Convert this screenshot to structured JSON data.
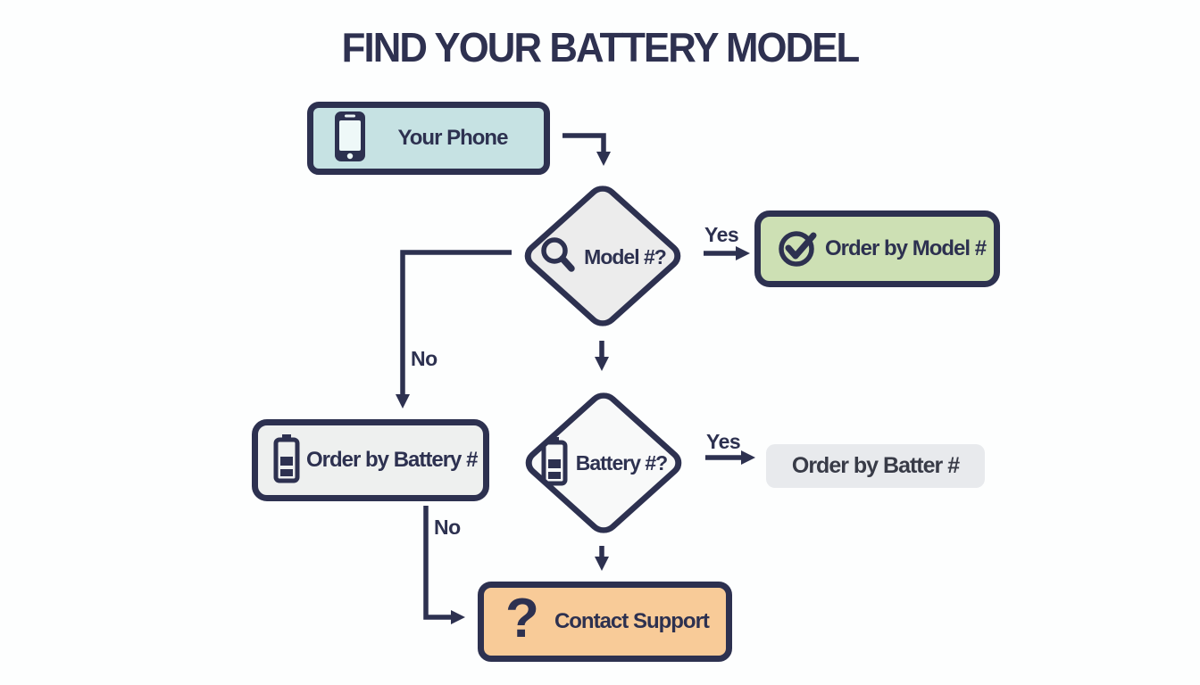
{
  "title": "FIND YOUR BATTERY MODEL",
  "colors": {
    "ink": "#2d3150",
    "phone_box": "#c6e2e3",
    "model_diamond": "#ececec",
    "order_model_box": "#cde0b4",
    "order_battery_box": "#eef0ef",
    "battery_diamond": "#f8f9f9",
    "order_batter_pill": "#e8eaed",
    "contact_box": "#f8cb98",
    "background": "#fdfefe"
  },
  "nodes": {
    "your_phone": {
      "label": "Your Phone",
      "icon": "phone-icon"
    },
    "model_question": {
      "label": "Model #?",
      "icon": "search-icon"
    },
    "order_by_model": {
      "label": "Order by Model #",
      "icon": "check-circle-icon"
    },
    "order_by_battery": {
      "label": "Order by Battery #",
      "icon": "battery-icon"
    },
    "battery_question": {
      "label": "Battery #?",
      "icon": "battery-icon"
    },
    "order_by_batter": {
      "label": "Order by Batter #"
    },
    "contact_support": {
      "label": "Contact Support",
      "icon": "question-mark-icon",
      "icon_glyph": "?"
    }
  },
  "edges": {
    "model_yes_label": "Yes",
    "model_no_label": "No",
    "battery_yes_label": "Yes",
    "battery_no_label": "No"
  }
}
